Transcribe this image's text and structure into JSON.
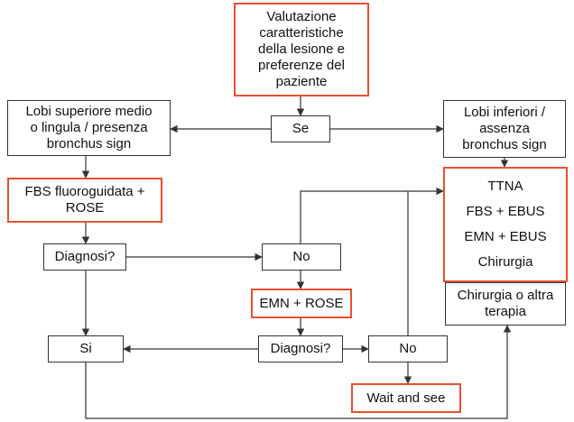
{
  "nodes": {
    "valutazione": {
      "lines": [
        "Valutazione",
        "caratteristiche",
        "della lesione e",
        "preferenze del",
        "paziente"
      ],
      "border": "red"
    },
    "se": {
      "lines": [
        "Se"
      ]
    },
    "lobi_superiore": {
      "lines": [
        "Lobi superiore medio",
        "o lingula / presenza",
        "bronchus sign"
      ]
    },
    "lobi_inferiori": {
      "lines": [
        "Lobi inferiori /",
        "assenza",
        "bronchus sign"
      ]
    },
    "fbs": {
      "lines": [
        "FBS fluoroguidata +",
        "ROSE"
      ],
      "border": "red"
    },
    "options": {
      "lines": [
        "TTNA",
        "FBS + EBUS",
        "EMN + EBUS",
        "Chirurgia"
      ],
      "border": "red"
    },
    "chirurgia_altra": {
      "lines": [
        "Chirurgia o altra",
        "terapia"
      ]
    },
    "diagnosi_1": {
      "lines": [
        "Diagnosi?"
      ]
    },
    "no_1": {
      "lines": [
        "No"
      ]
    },
    "emn_rose": {
      "lines": [
        "EMN + ROSE"
      ],
      "border": "red"
    },
    "si": {
      "lines": [
        "Si"
      ]
    },
    "diagnosi_2": {
      "lines": [
        "Diagnosi?"
      ]
    },
    "no_2": {
      "lines": [
        "No"
      ]
    },
    "wait_and_see": {
      "lines": [
        "Wait and see"
      ],
      "border": "red"
    }
  },
  "colors": {
    "accent": "#e8502f",
    "line": "#333333"
  }
}
